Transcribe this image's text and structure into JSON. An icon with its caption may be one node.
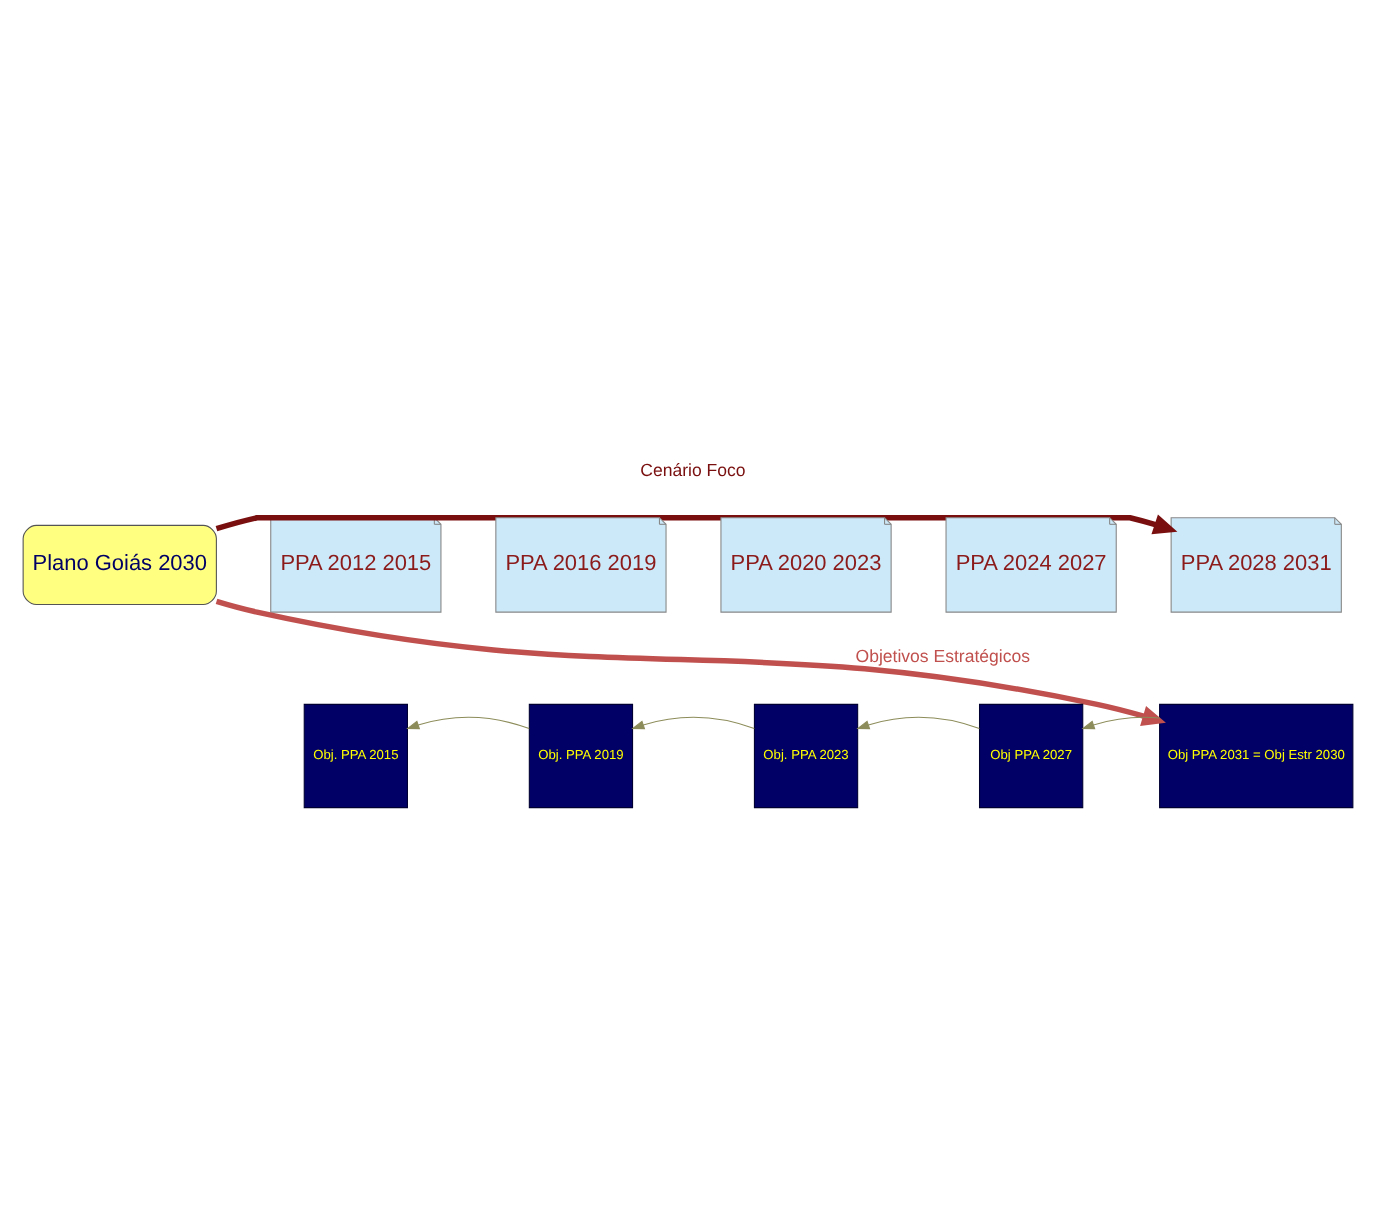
{
  "diagram": {
    "nodes": [
      {
        "text": [
          "Plano Goiás 2030"
        ]
      },
      {
        "text": [
          "PPA 2012 2015"
        ]
      },
      {
        "text": [
          "PPA 2016 2019"
        ]
      },
      {
        "text": [
          "PPA 2020 2023"
        ]
      },
      {
        "text": [
          "PPA 2024 2027"
        ]
      },
      {
        "text": [
          "PPA 2028 2031"
        ]
      },
      {
        "text": [
          "Obj. PPA 2015"
        ]
      },
      {
        "text": [
          "Obj. PPA 2019"
        ]
      },
      {
        "text": [
          "Obj. PPA 2023"
        ]
      },
      {
        "text": [
          "Obj PPA 2027"
        ]
      },
      {
        "text": [
          "Obj PPA 2031 = Obj Estr 2030"
        ]
      }
    ],
    "edges": [
      {
        "from": 0,
        "to": 5,
        "arrow": "to",
        "label": "Cenário Foco",
        "style": "thick",
        "color": "#7a0f0f"
      },
      {
        "from": 7,
        "to": 6,
        "arrow": "to"
      },
      {
        "from": 8,
        "to": 7,
        "arrow": "to"
      },
      {
        "from": 9,
        "to": 8,
        "arrow": "to"
      },
      {
        "from": 10,
        "to": 9,
        "arrow": "to"
      },
      {
        "from": 0,
        "to": 10,
        "arrow": "to",
        "label": "Objetivos Estratégicos",
        "style": "thick",
        "color": "#c0504d"
      }
    ]
  }
}
